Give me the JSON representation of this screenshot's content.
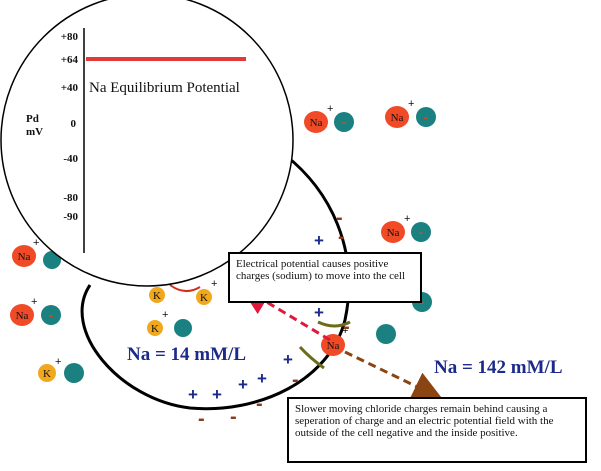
{
  "graph": {
    "y_ticks": [
      "+80",
      "+64",
      "+40",
      "0",
      "-40",
      "-80",
      "-90"
    ],
    "y_axis_label_line1": "Pd",
    "y_axis_label_line2": "mV",
    "equilibrium_label": "Na Equilibrium Potential",
    "line_color": "#e23a3a"
  },
  "ions": {
    "sodium_label": "Na",
    "potassium_label": "K",
    "plus_sign": "+",
    "minus_sign": "-",
    "sodium_color": "#f04a26",
    "chloride_color": "#1a8080",
    "potassium_color": "#f2a81d"
  },
  "concentrations": {
    "inside": "Na = 14 mM/L",
    "outside": "Na = 142 mM/L"
  },
  "notes": {
    "electrical_potential": "Electrical potential causes positive charges (sodium) to move into the cell",
    "chloride": "Slower moving chloride charges remain behind causing a seperation of charge and an electric potential field with the outside of the cell negative and the inside positive."
  }
}
